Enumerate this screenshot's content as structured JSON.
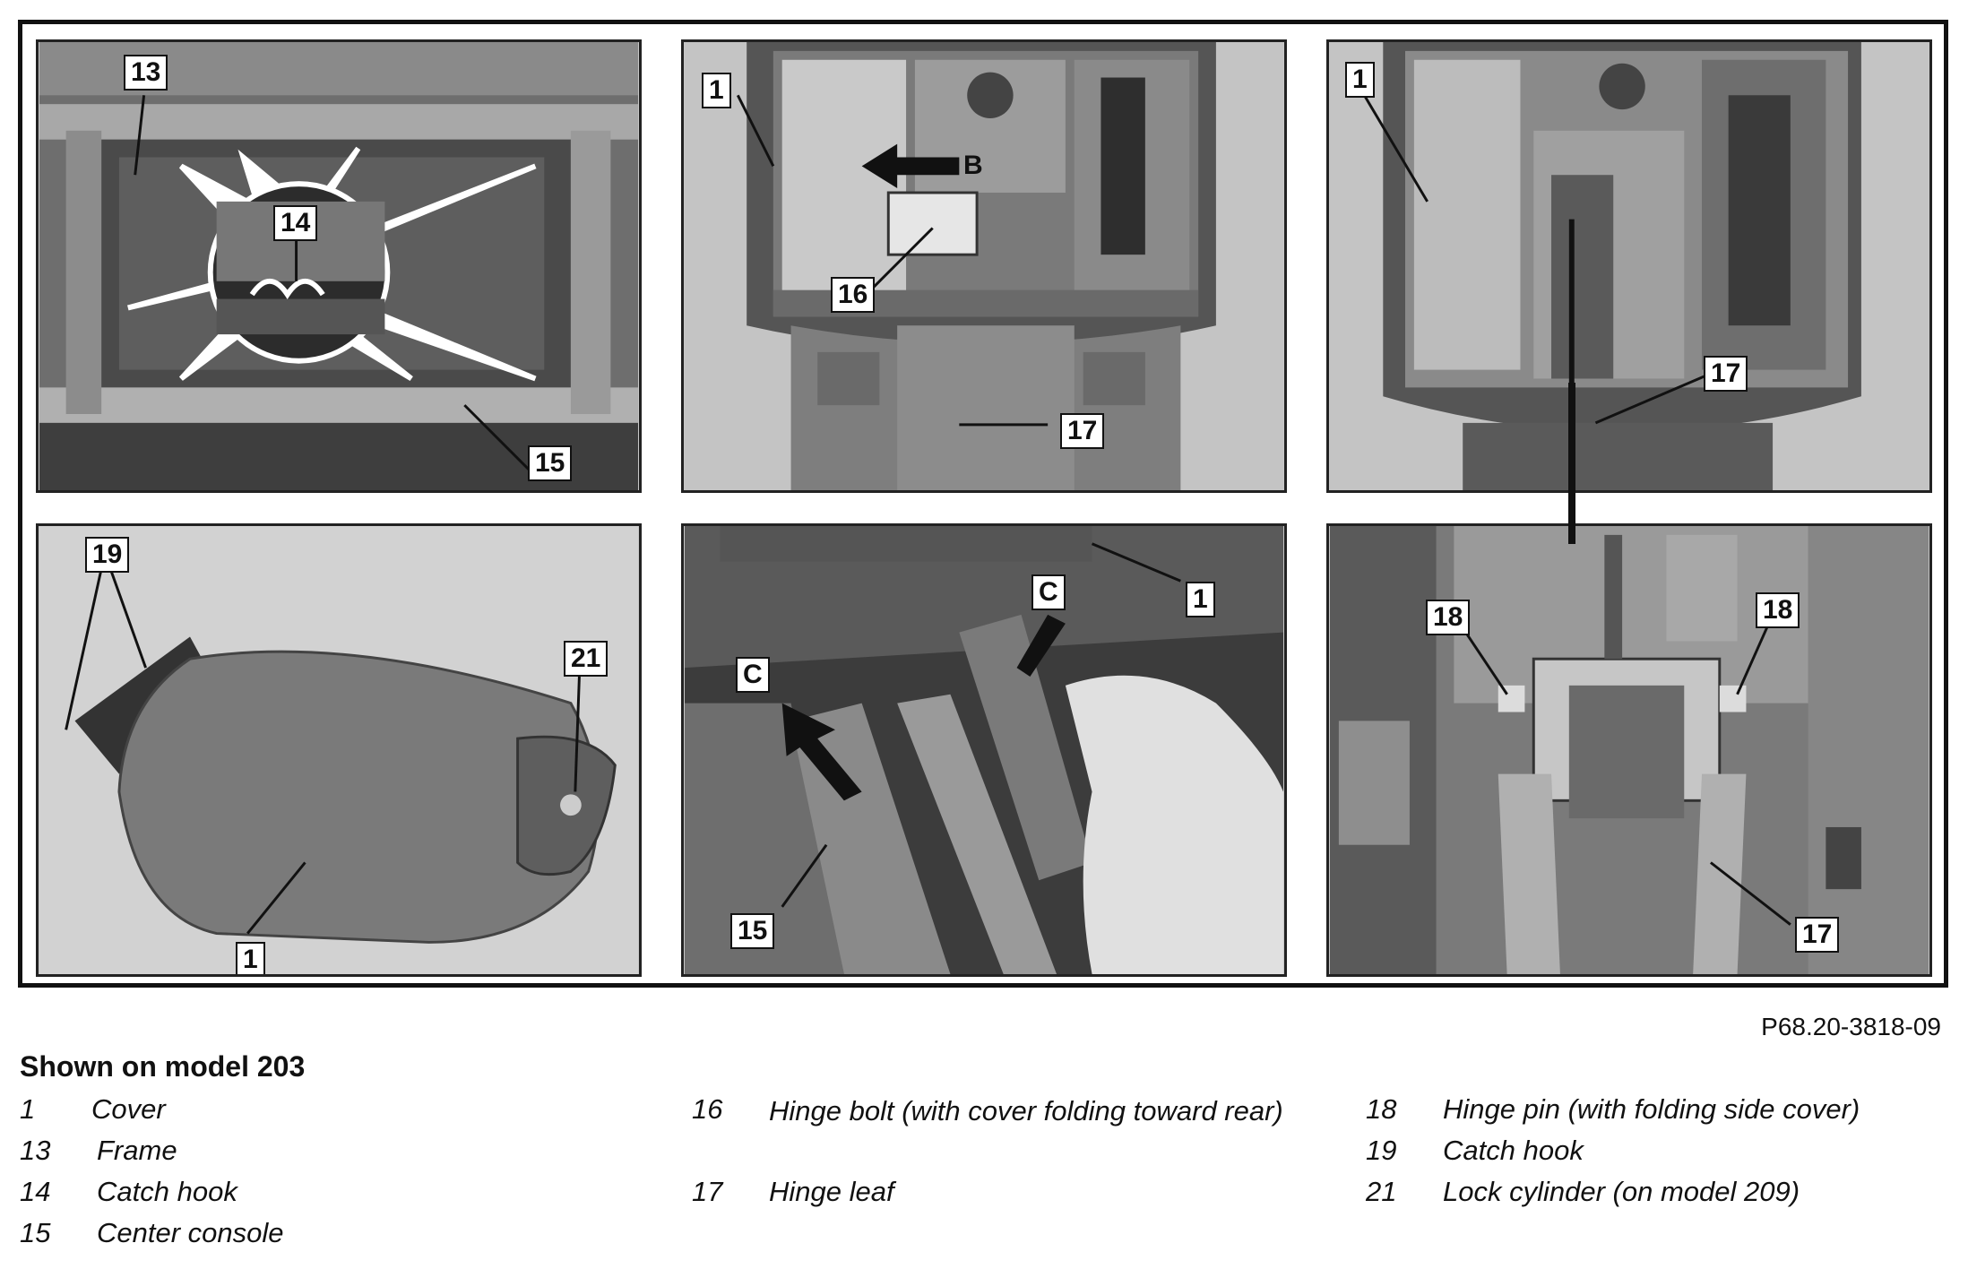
{
  "figure": {
    "reference": "P68.20-3818-09",
    "panels": [
      {
        "id": "p1",
        "callouts": [
          "13",
          "14",
          "15"
        ]
      },
      {
        "id": "p2",
        "callouts": [
          "1",
          "B",
          "16",
          "17"
        ]
      },
      {
        "id": "p3",
        "callouts": [
          "1",
          "17"
        ]
      },
      {
        "id": "p4",
        "callouts": [
          "19",
          "21",
          "1"
        ]
      },
      {
        "id": "p5",
        "callouts": [
          "1",
          "C",
          "C",
          "15"
        ]
      },
      {
        "id": "p6",
        "callouts": [
          "18",
          "18",
          "17"
        ]
      }
    ]
  },
  "caption": {
    "title": "Shown on model 203",
    "legend_col1": [
      {
        "num": "1",
        "text": "Cover"
      },
      {
        "num": "13",
        "text": "Frame"
      },
      {
        "num": "14",
        "text": "Catch hook"
      },
      {
        "num": "15",
        "text": "Center console"
      }
    ],
    "legend_col2": [
      {
        "num": "16",
        "text": "Hinge bolt (with cover folding toward rear)"
      },
      {
        "num": "17",
        "text": "Hinge leaf"
      }
    ],
    "legend_col3": [
      {
        "num": "18",
        "text": "Hinge pin (with folding side cover)"
      },
      {
        "num": "19",
        "text": "Catch hook"
      },
      {
        "num": "21",
        "text": "Lock cylinder (on model 209)"
      }
    ]
  }
}
